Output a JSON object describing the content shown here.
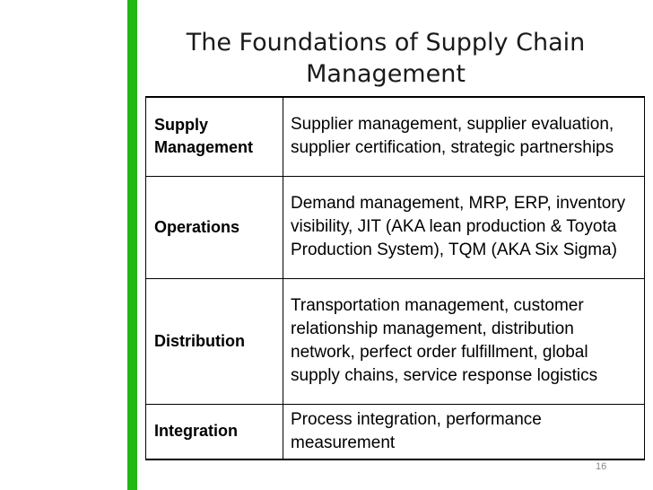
{
  "slide": {
    "title": "The Foundations of Supply Chain Management",
    "accent_color": "#22b814",
    "page_number": "16"
  },
  "table": {
    "rows": [
      {
        "category": "Supply Management",
        "description": "Supplier management, supplier evaluation, supplier certification, strategic partnerships"
      },
      {
        "category": "Operations",
        "description": "Demand management, MRP, ERP, inventory visibility, JIT (AKA lean production & Toyota Production System), TQM (AKA Six Sigma)"
      },
      {
        "category": "Distribution",
        "description": "Transportation management, customer relationship management, distribution network, perfect order fulfillment, global supply chains, service response logistics"
      },
      {
        "category": "Integration",
        "description": "Process integration, performance measurement"
      }
    ]
  }
}
